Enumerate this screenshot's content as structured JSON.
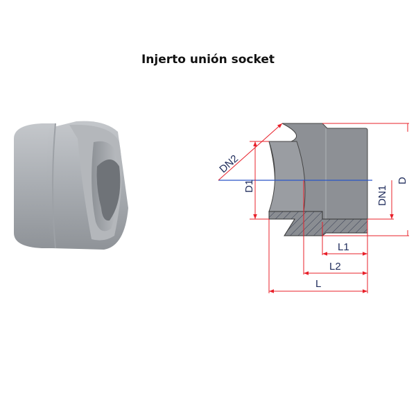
{
  "title": "Injerto unión socket",
  "drawing": {
    "labels": {
      "dn2": "DN2",
      "d1": "D1",
      "dn1": "DN1",
      "d": "D",
      "l1": "L1",
      "l2": "L2",
      "l": "L"
    },
    "colors": {
      "body": "#8a8d92",
      "dimension": "#e8202a",
      "centerline": "#2a55c8"
    }
  }
}
